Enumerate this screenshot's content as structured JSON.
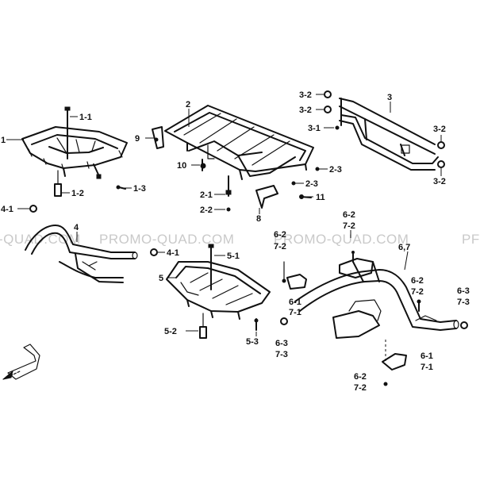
{
  "watermarks": [
    "-QUAD.COM",
    "PROMO-QUAD.COM",
    "PROMO-QUAD.COM",
    "PF"
  ],
  "labels": {
    "l1": "1",
    "l1_1": "1-1",
    "l1_2": "1-2",
    "l1_3": "1-3",
    "l2": "2",
    "l2_1": "2-1",
    "l2_2": "2-2",
    "l2_3a": "2-3",
    "l2_3b": "2-3",
    "l3": "3",
    "l3_1": "3-1",
    "l3_2a": "3-2",
    "l3_2b": "3-2",
    "l3_2c": "3-2",
    "l3_2d": "3-2",
    "l4": "4",
    "l4_1a": "4-1",
    "l4_1b": "4-1",
    "l5": "5",
    "l5_1": "5-1",
    "l5_2": "5-2",
    "l5_3": "5-3",
    "l67": "6,7",
    "l6_2a": "6-2",
    "l7_2a": "7-2",
    "l6_1a": "6-1",
    "l7_1a": "7-1",
    "l6_3a": "6-3",
    "l7_3a": "7-3",
    "l6_2b": "6-2",
    "l7_2b": "7-2",
    "l6_3b": "6-3",
    "l7_3b": "7-3",
    "l6_1b": "6-1",
    "l7_1b": "7-1",
    "l6_2c": "6-2",
    "l7_2c": "7-2",
    "l6_2d": "6-2",
    "l7_2d": "7-2",
    "l8": "8",
    "l9": "9",
    "l10": "10",
    "l11": "11"
  },
  "icons": {
    "front_direction": "arrow-icon"
  }
}
